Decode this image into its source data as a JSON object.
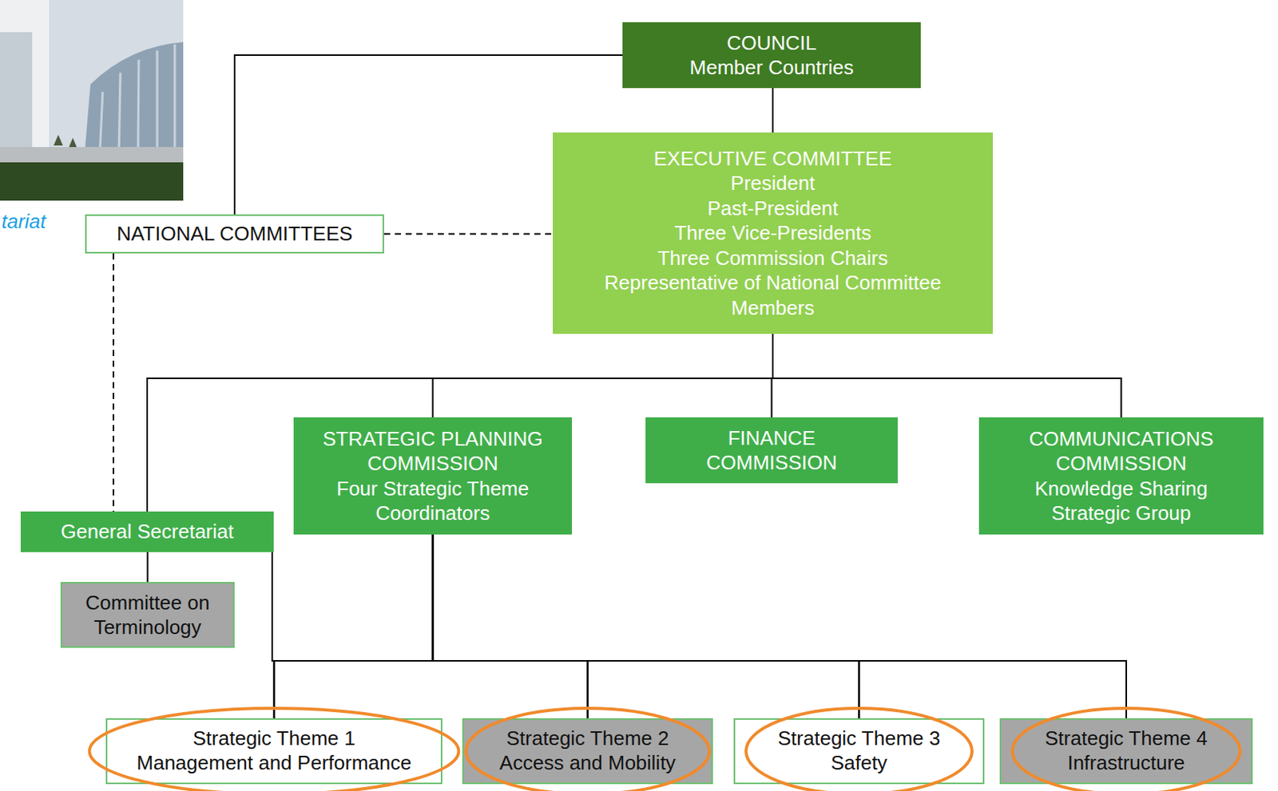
{
  "diagram": {
    "nodes": [
      {
        "text": [
          "COUNCIL",
          "Member Countries"
        ]
      },
      {
        "text": [
          "EXECUTIVE COMMITTEE",
          "President",
          "Past-President",
          "Three Vice-Presidents",
          "Three Commission Chairs",
          "Representative of National Committee Members"
        ]
      },
      {
        "text": [
          "NATIONAL COMMITTEES"
        ]
      },
      {
        "text": [
          "STRATEGIC PLANNING COMMISSION",
          "Four Strategic Theme Coordinators"
        ]
      },
      {
        "text": [
          "FINANCE COMMISSION"
        ]
      },
      {
        "text": [
          "COMMUNICATIONS COMMISSION",
          "Knowledge Sharing Strategic Group"
        ]
      },
      {
        "text": [
          "General Secretariat"
        ]
      },
      {
        "text": [
          "Committee on Terminology"
        ]
      },
      {
        "text": [
          "Strategic Theme 1",
          "Management and Performance"
        ]
      },
      {
        "text": [
          "Strategic Theme 2",
          "Access and Mobility"
        ]
      },
      {
        "text": [
          "Strategic Theme 3",
          "Safety"
        ]
      },
      {
        "text": [
          "Strategic Theme 4",
          "Infrastructure"
        ]
      }
    ],
    "edges": [
      {
        "from": 0,
        "to": 2,
        "arrow": "none"
      },
      {
        "from": 0,
        "to": 1,
        "arrow": "none"
      },
      {
        "from": 2,
        "to": 1,
        "arrow": "none"
      },
      {
        "from": 2,
        "to": 6,
        "arrow": "none"
      },
      {
        "from": 1,
        "to": 6,
        "arrow": "none"
      },
      {
        "from": 1,
        "to": 3,
        "arrow": "none"
      },
      {
        "from": 1,
        "to": 4,
        "arrow": "none"
      },
      {
        "from": 1,
        "to": 5,
        "arrow": "none"
      },
      {
        "from": 6,
        "to": 7,
        "arrow": "none"
      },
      {
        "from": 6,
        "to": 8,
        "arrow": "none"
      },
      {
        "from": 6,
        "to": 9,
        "arrow": "none"
      },
      {
        "from": 6,
        "to": 10,
        "arrow": "none"
      },
      {
        "from": 6,
        "to": 11,
        "arrow": "none"
      },
      {
        "from": 3,
        "to": 8,
        "arrow": "none"
      },
      {
        "from": 3,
        "to": 9,
        "arrow": "none"
      },
      {
        "from": 3,
        "to": 10,
        "arrow": "none"
      },
      {
        "from": 3,
        "to": 11,
        "arrow": "none"
      }
    ],
    "labels": [
      "tariat"
    ]
  }
}
